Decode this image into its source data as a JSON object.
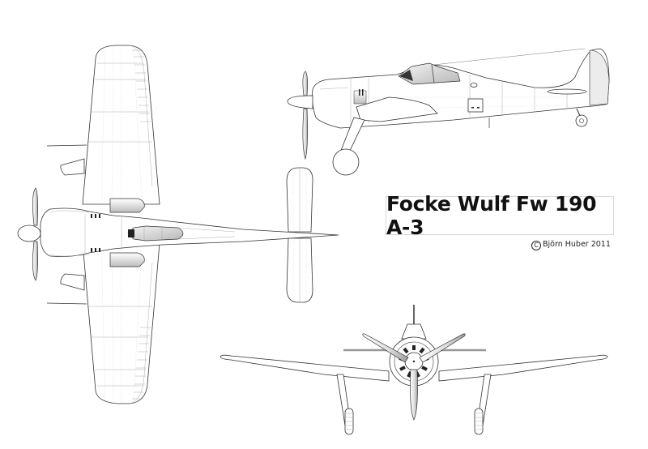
{
  "title": "Focke Wulf Fw 190 A-3",
  "credit": {
    "symbol": "C",
    "text": "Björn Huber 2011"
  },
  "views": {
    "top": "top-view",
    "side": "side-view",
    "front": "front-view"
  },
  "colors": {
    "background": "#ffffff",
    "line": "#333333",
    "panel_line": "#9a9a9a",
    "title_border": "#d8d8d8"
  }
}
